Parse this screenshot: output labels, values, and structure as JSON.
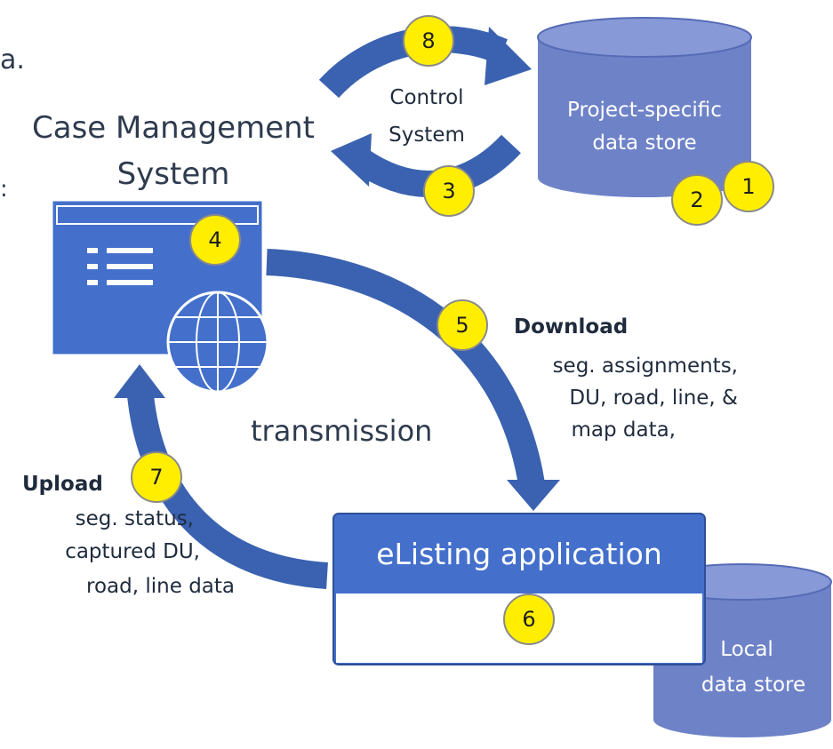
{
  "colors": {
    "arrow": "#3a62b0",
    "cylinder_fill": "#6e82c8",
    "cylinder_top": "#8799d6",
    "window_fill": "#4470cc",
    "badge": "#ffee00"
  },
  "edge_fragments": {
    "top_left": "a.",
    "left": ":"
  },
  "case_management": {
    "title_line1": "Case Management",
    "title_line2": "System"
  },
  "control_system": {
    "line1": "Control",
    "line2": "System"
  },
  "project_store": {
    "line1": "Project-specific",
    "line2": "data store"
  },
  "transmission_label": "transmission",
  "download": {
    "title": "Download",
    "line1": "seg. assignments,",
    "line2": "DU, road, line, &",
    "line3": "map data,"
  },
  "upload": {
    "title": "Upload",
    "line1": "seg. status,",
    "line2": "captured DU,",
    "line3": "road, line data"
  },
  "elisting": {
    "title": "eListing application"
  },
  "local_store": {
    "line1": "Local",
    "line2": "data store"
  },
  "badges": {
    "b1": "1",
    "b2": "2",
    "b3": "3",
    "b4": "4",
    "b5": "5",
    "b6": "6",
    "b7": "7",
    "b8": "8"
  },
  "icons": [
    "window-icon",
    "list-icon",
    "globe-icon",
    "database-icon",
    "arrow-icon"
  ]
}
